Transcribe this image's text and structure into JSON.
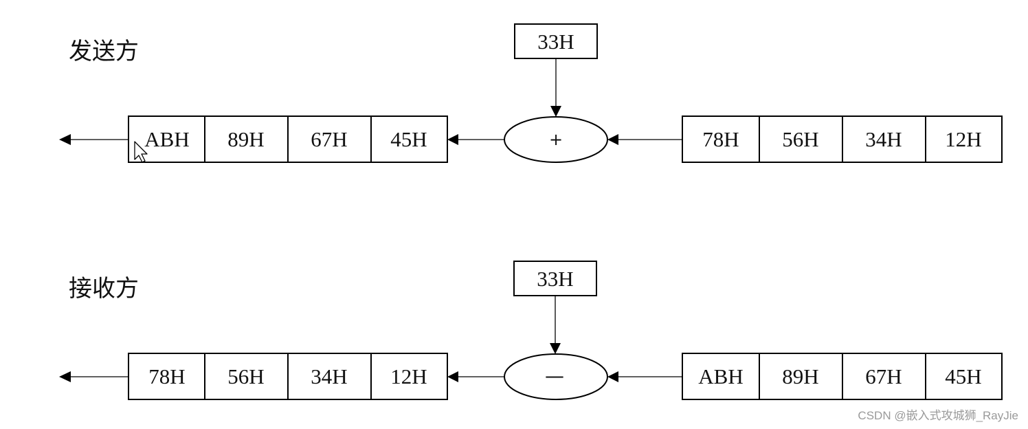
{
  "sender": {
    "title": "发送方",
    "key": "33H",
    "operator": "+",
    "left_bytes": [
      "ABH",
      "89H",
      "67H",
      "45H"
    ],
    "right_bytes": [
      "78H",
      "56H",
      "34H",
      "12H"
    ]
  },
  "receiver": {
    "title": "接收方",
    "key": "33H",
    "operator": "—",
    "left_bytes": [
      "78H",
      "56H",
      "34H",
      "12H"
    ],
    "right_bytes": [
      "ABH",
      "89H",
      "67H",
      "45H"
    ]
  },
  "watermark": "CSDN @嵌入式攻城狮_RayJie",
  "icons": {
    "cursor": "mouse-pointer-icon"
  }
}
